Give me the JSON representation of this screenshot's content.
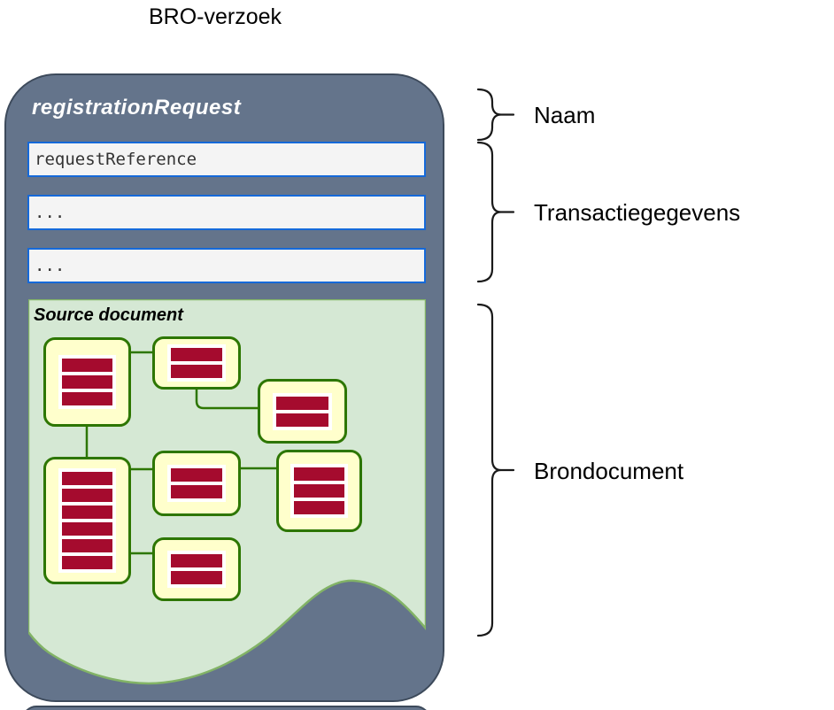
{
  "title": "BRO-verzoek",
  "request": {
    "name": "registrationRequest",
    "fields": [
      "requestReference",
      "...",
      "..."
    ],
    "source_document_label": "Source document"
  },
  "annotations": [
    {
      "label": "Naam"
    },
    {
      "label": "Transactiegegevens"
    },
    {
      "label": "Brondocument"
    }
  ],
  "source_nodes": [
    {
      "id": "na",
      "bars": 3
    },
    {
      "id": "nb",
      "bars": 2
    },
    {
      "id": "nc",
      "bars": 2
    },
    {
      "id": "nd",
      "bars": 6
    },
    {
      "id": "ne",
      "bars": 2
    },
    {
      "id": "nf",
      "bars": 3
    },
    {
      "id": "ng",
      "bars": 2
    }
  ],
  "colors": {
    "container": "#64748b",
    "container_border": "#3d4a5b",
    "field_bg": "#f4f4f4",
    "field_border": "#1569d9",
    "source_area_bg": "#d5e8d4",
    "source_area_border": "#82b366",
    "node_bg": "#ffffcc",
    "node_border": "#2d7600",
    "bar_red": "#a50b2e"
  }
}
